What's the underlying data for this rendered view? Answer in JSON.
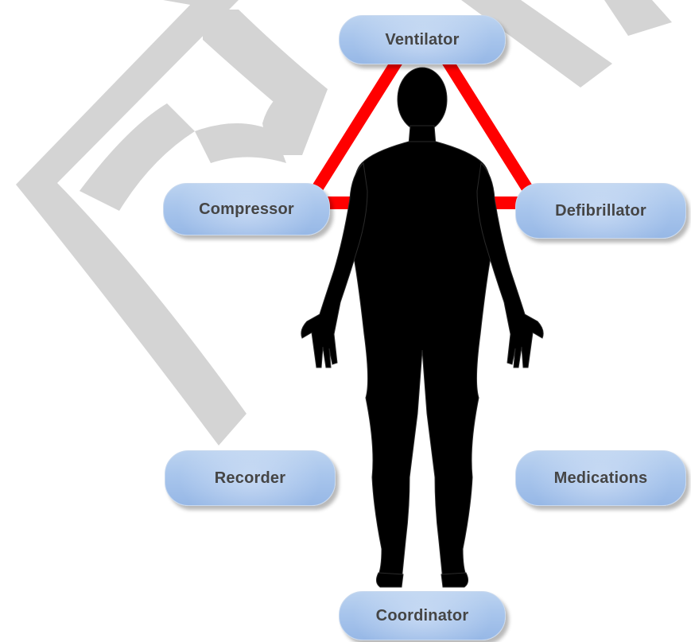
{
  "diagram": {
    "roles": {
      "ventilator": "Ventilator",
      "compressor": "Compressor",
      "defibrillator": "Defibrillator",
      "recorder": "Recorder",
      "medications": "Medications",
      "coordinator": "Coordinator"
    },
    "watermark": "DRAFT",
    "colors": {
      "triangle": "#ff0000",
      "silhouette": "#000000",
      "pill_fill": "#a8c5ec",
      "pill_text": "#454545",
      "watermark": "#d3d3d3"
    }
  }
}
